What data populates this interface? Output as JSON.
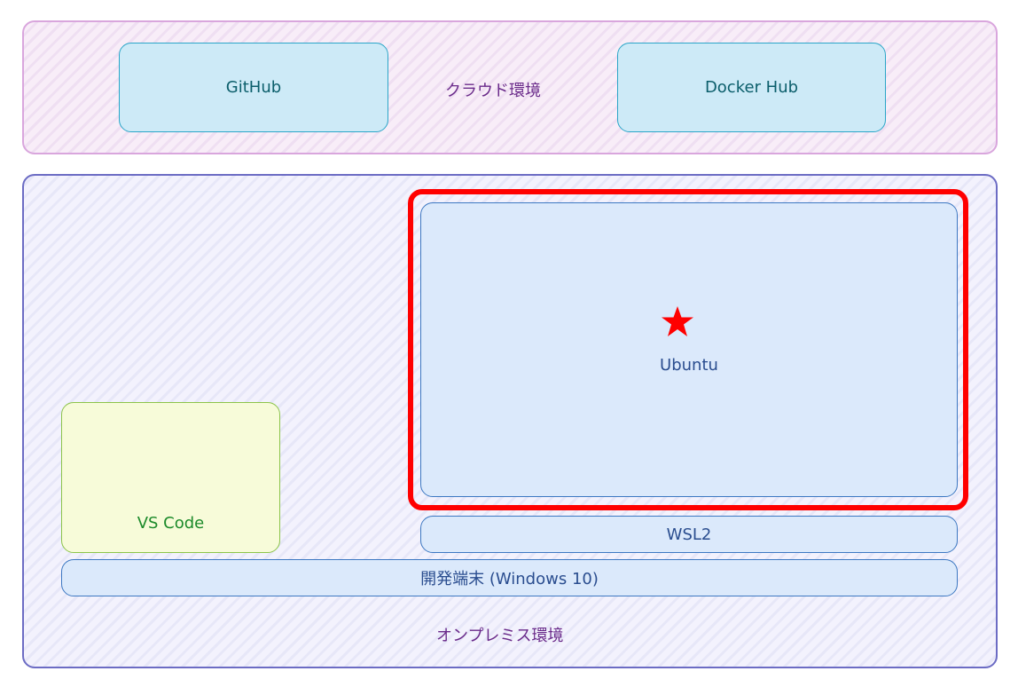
{
  "cloud": {
    "label": "クラウド環境",
    "github": "GitHub",
    "docker_hub": "Docker Hub"
  },
  "onprem": {
    "label": "オンプレミス環境",
    "ubuntu": "Ubuntu",
    "wsl2": "WSL2",
    "vscode": "VS Code",
    "dev_pc": "開発端末 (Windows 10)"
  },
  "marker": {
    "icon": "star-icon",
    "color": "#ff0000"
  }
}
